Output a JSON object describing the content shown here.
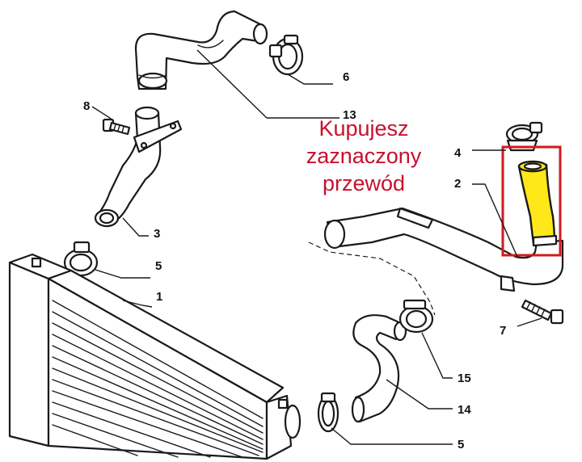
{
  "promo": {
    "lines": [
      "Kupujesz",
      "zaznaczony",
      "przewód"
    ],
    "color": "#c8102e"
  },
  "highlight": {
    "frame_color": "#d2191e",
    "fill_color": "#ffe81a"
  },
  "callouts": [
    {
      "id": "1",
      "label": "1"
    },
    {
      "id": "2",
      "label": "2"
    },
    {
      "id": "3",
      "label": "3"
    },
    {
      "id": "4",
      "label": "4"
    },
    {
      "id": "5a",
      "label": "5"
    },
    {
      "id": "5b",
      "label": "5"
    },
    {
      "id": "6",
      "label": "6"
    },
    {
      "id": "7",
      "label": "7"
    },
    {
      "id": "8",
      "label": "8"
    },
    {
      "id": "13",
      "label": "13"
    },
    {
      "id": "14",
      "label": "14"
    },
    {
      "id": "15",
      "label": "15"
    }
  ]
}
